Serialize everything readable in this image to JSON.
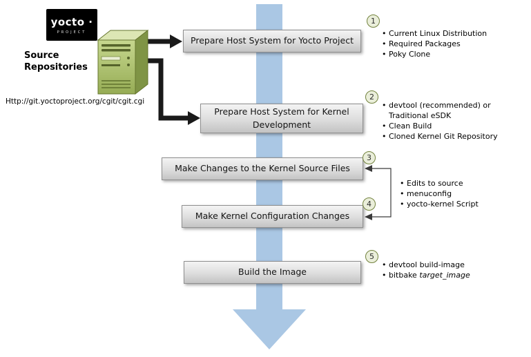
{
  "logo": {
    "wordmark": "yocto ·",
    "subtext": "PROJECT"
  },
  "source": {
    "label": "Source\nRepositories",
    "url": "Http://git.yoctoproject.org/cgit/cgit.cgi"
  },
  "steps": [
    {
      "num": "1",
      "label": "Prepare Host System for Yocto Project"
    },
    {
      "num": "2",
      "label": "Prepare Host System for Kernel Development"
    },
    {
      "num": "3",
      "label": "Make Changes to the Kernel Source Files"
    },
    {
      "num": "4",
      "label": "Make Kernel Configuration Changes"
    },
    {
      "num": "5",
      "label": "Build the Image"
    }
  ],
  "bullets": {
    "step1": [
      "Current Linux Distribution",
      "Required Packages",
      "Poky Clone"
    ],
    "step2": [
      "devtool (recommended) or\nTraditional eSDK",
      "Clean Build",
      "Cloned Kernel Git Repository"
    ],
    "steps34": [
      "Edits to source",
      "menuconfig",
      "yocto-kernel Script"
    ],
    "step5_item1": "devtool build-image",
    "step5_item2_prefix": "bitbake ",
    "step5_item2_italic": "target_image"
  },
  "colors": {
    "flow_arrow": "#aac7e4",
    "server_green": "#9db35c",
    "step_number_fill": "#eaeeda",
    "step_number_border": "#72823d",
    "box_border": "#8f8f8f"
  }
}
